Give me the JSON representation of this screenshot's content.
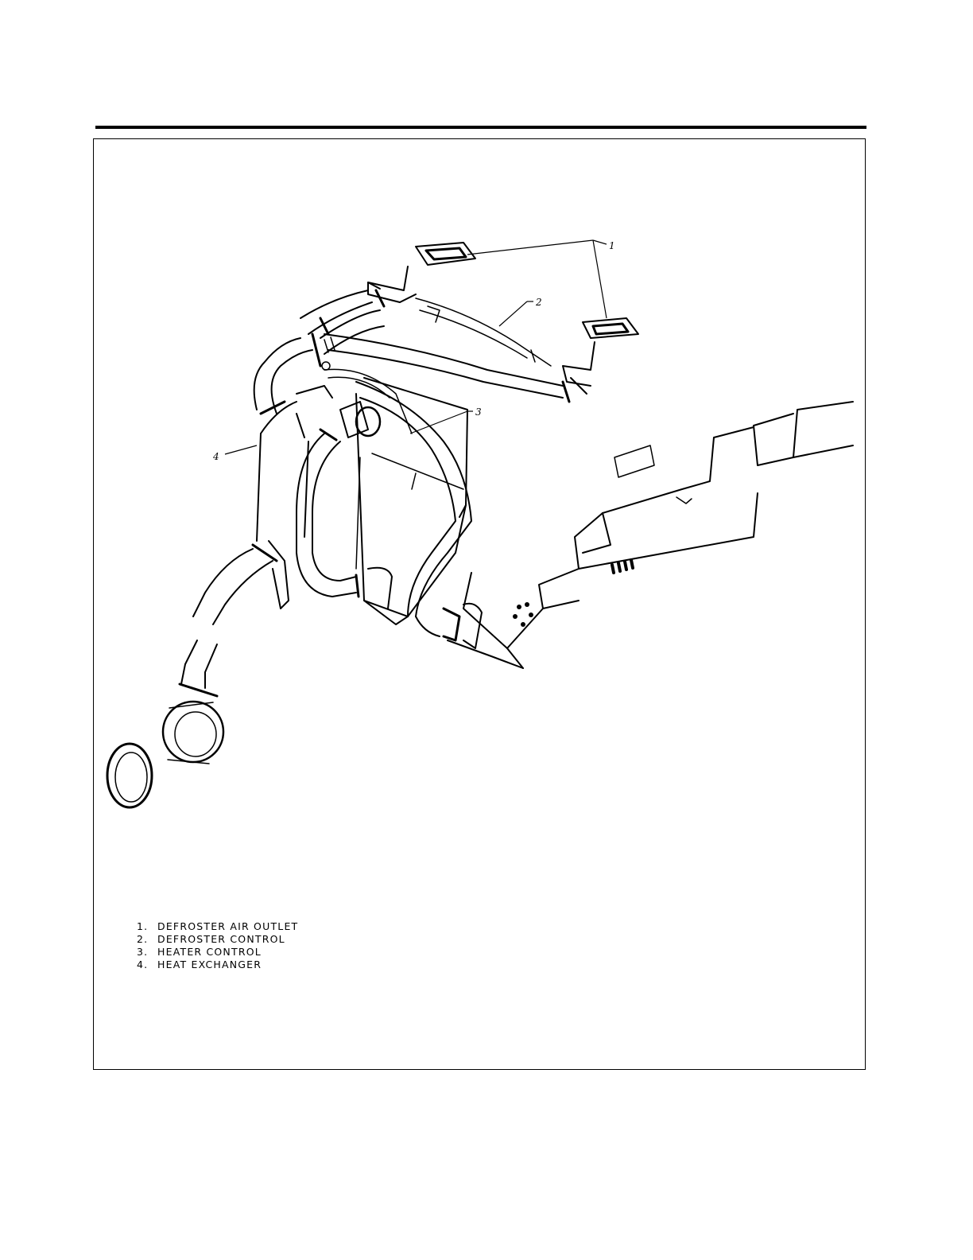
{
  "callouts": [
    {
      "number": "1"
    },
    {
      "number": "2"
    },
    {
      "number": "3"
    },
    {
      "number": "4"
    }
  ],
  "legend": [
    {
      "number": "1.",
      "label": "DEFROSTER AIR OUTLET"
    },
    {
      "number": "2.",
      "label": "DEFROSTER CONTROL"
    },
    {
      "number": "3.",
      "label": "HEATER CONTROL"
    },
    {
      "number": "4.",
      "label": "HEAT EXCHANGER"
    }
  ]
}
